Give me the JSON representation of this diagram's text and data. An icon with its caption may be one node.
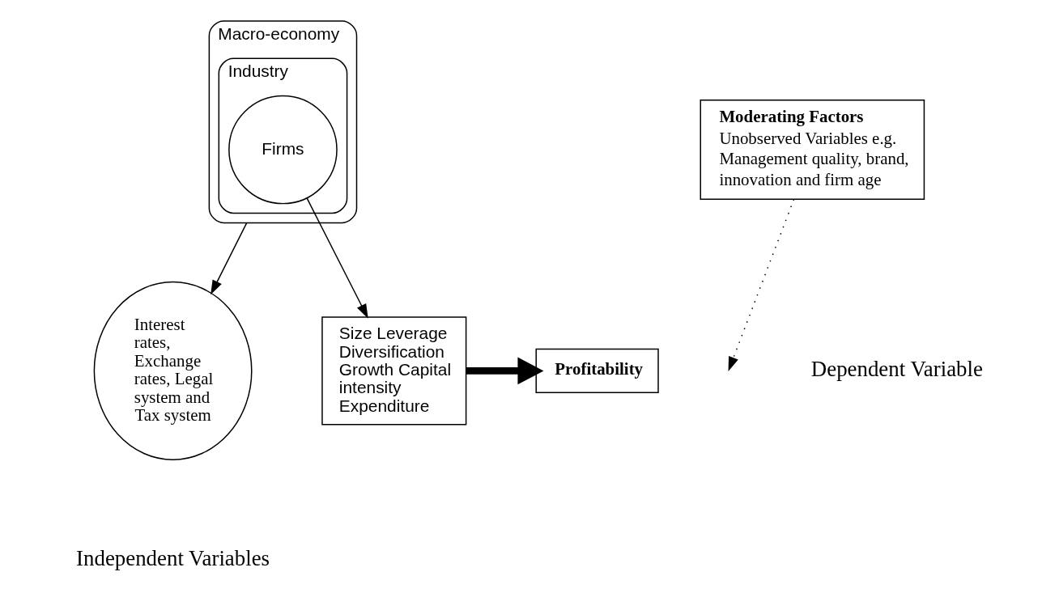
{
  "diagram": {
    "nodes": [
      {
        "text": [
          "Macro-economy"
        ]
      },
      {
        "text": [
          "Industry"
        ],
        "in": 0
      },
      {
        "text": [
          "Firms"
        ],
        "in": 1
      },
      {
        "text": [
          "Interest rates, Exchange rates, Legal system and Tax system"
        ]
      },
      {
        "text": [
          "Size Leverage Diversification Growth Capital intensity Expenditure"
        ]
      },
      {
        "text": [
          "Profitability"
        ]
      },
      {
        "text": [
          "Moderating Factors",
          "Unobserved Variables e.g. Management quality, brand, innovation and firm age"
        ]
      }
    ],
    "edges": [
      {
        "from": 0,
        "to": 3,
        "arrow": "to"
      },
      {
        "from": 2,
        "to": 4,
        "arrow": "to"
      },
      {
        "from": 4,
        "to": 5,
        "arrow": "to",
        "style": "thick"
      },
      {
        "from": 6,
        "to": null,
        "arrow": "to",
        "style": "dashed"
      }
    ],
    "labels": [
      "Independent Variables",
      "Dependent Variable"
    ]
  }
}
